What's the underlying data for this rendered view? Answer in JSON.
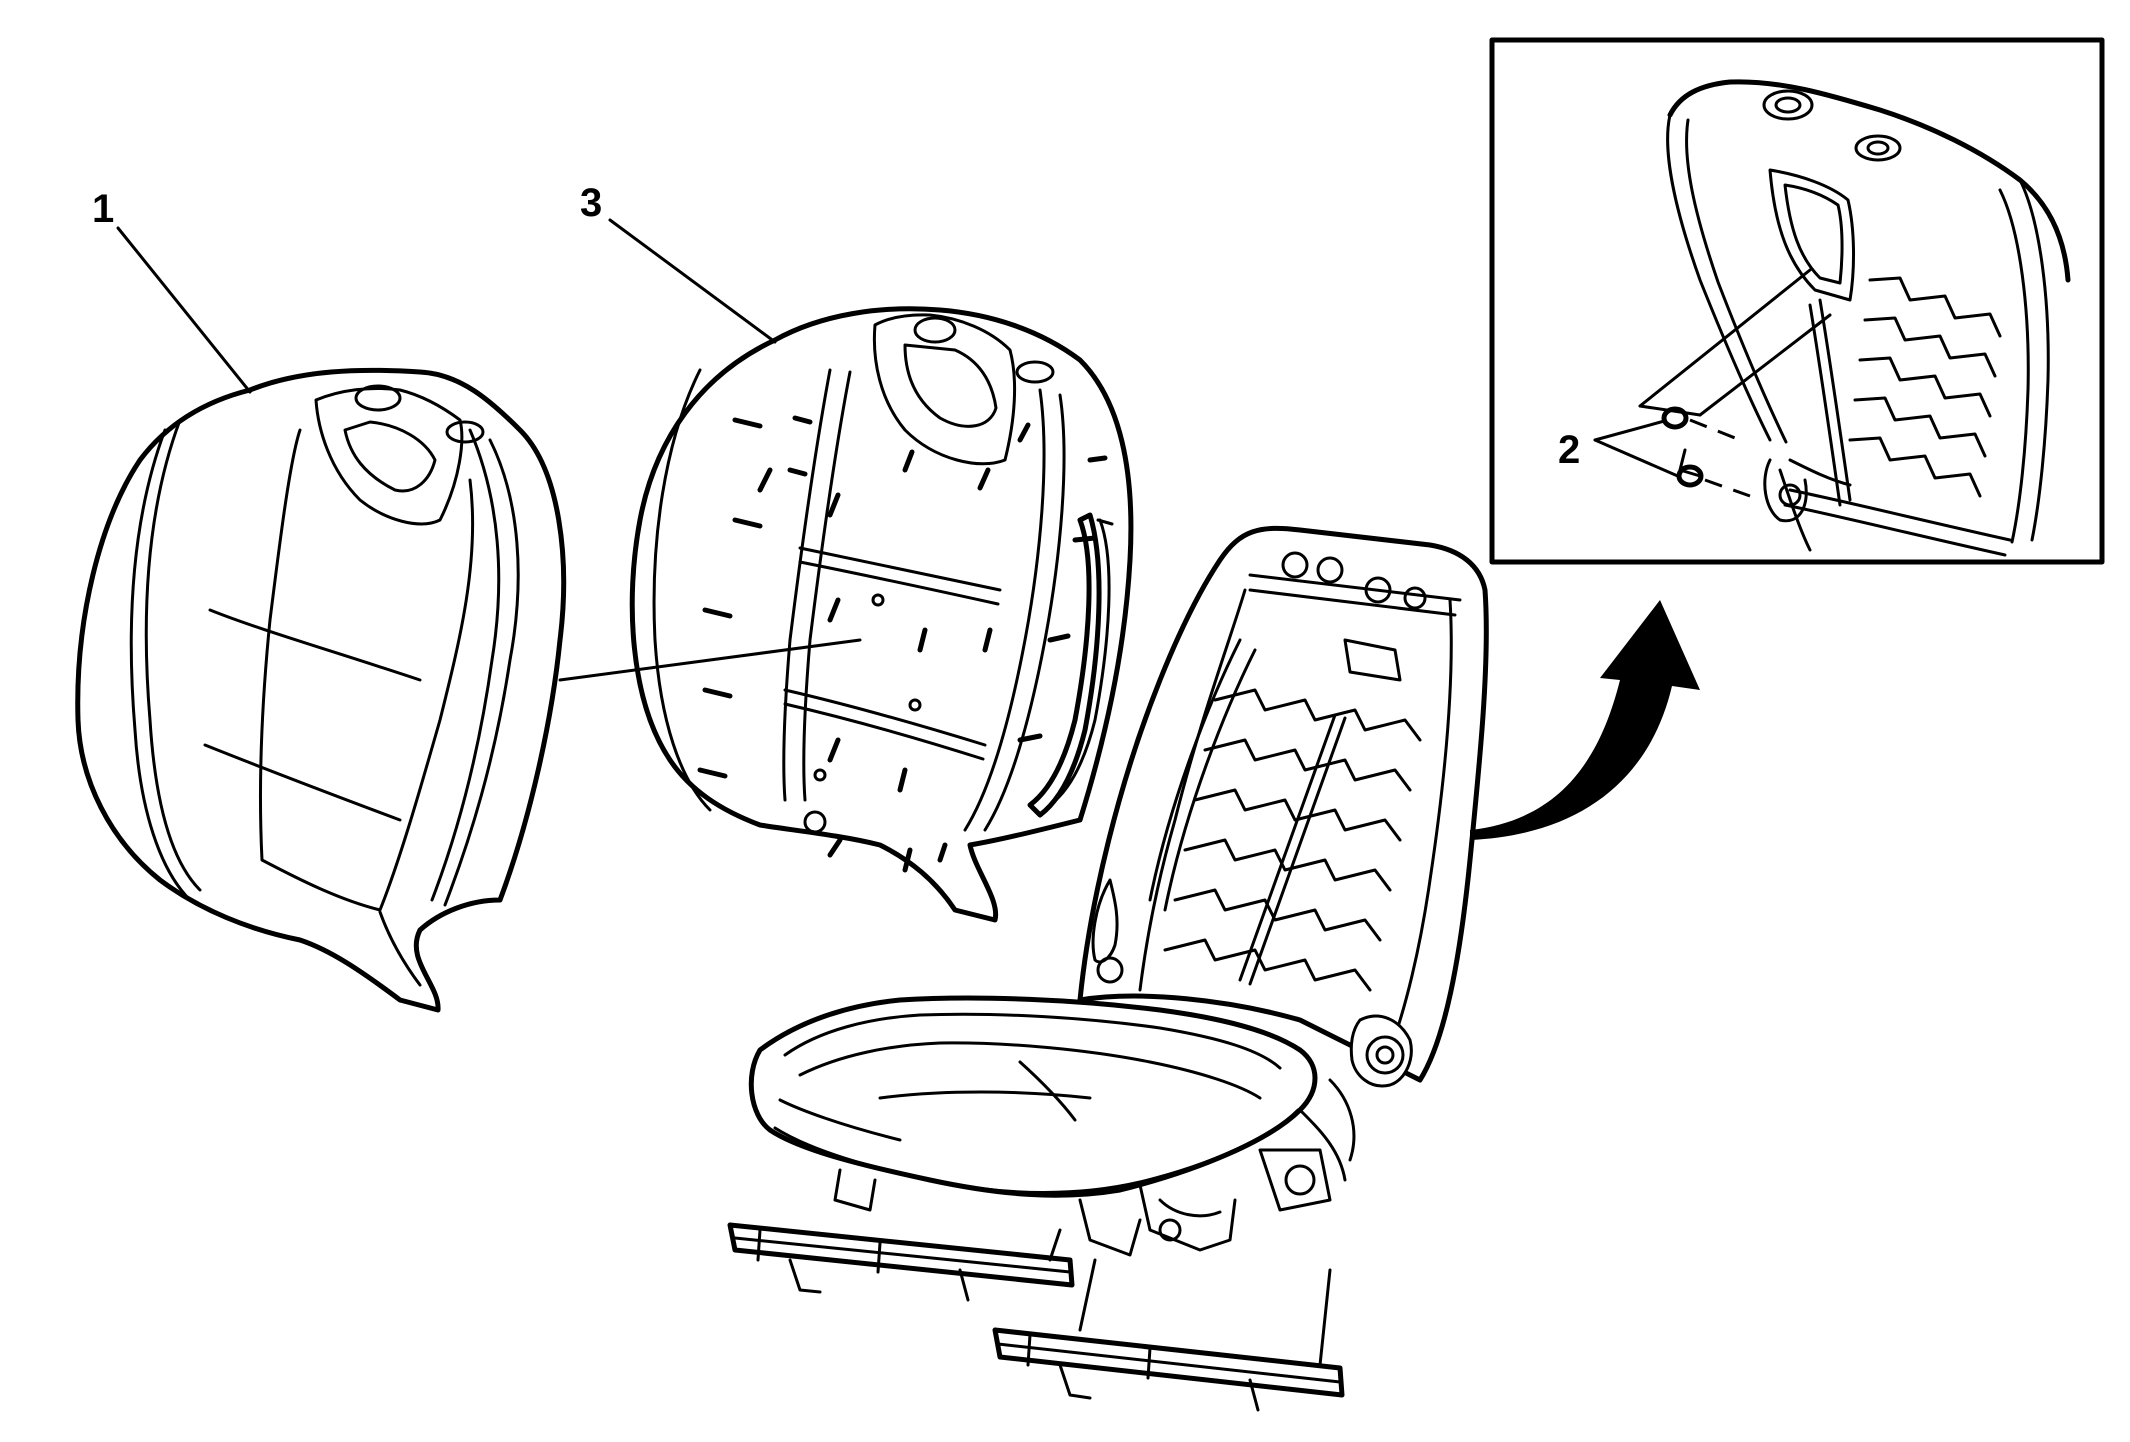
{
  "diagram": {
    "callouts": {
      "cover": "1",
      "fasteners": "2",
      "pad": "3"
    },
    "colors": {
      "line": "#000000",
      "background": "#ffffff"
    }
  }
}
